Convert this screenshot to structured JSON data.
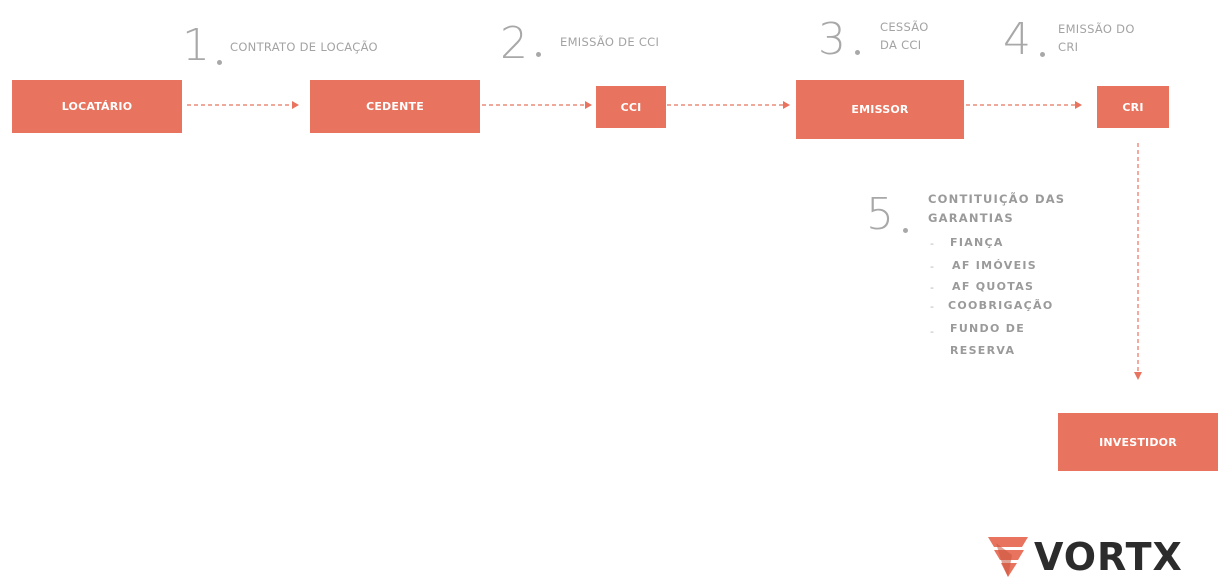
{
  "colors": {
    "box": "#e8735e",
    "arrow": "#e8735e",
    "text": "#a3a3a3",
    "logo": "#2c2c2c"
  },
  "nodes": {
    "locatario": "LOCATÁRIO",
    "cedente": "CEDENTE",
    "cci": "CCI",
    "emissor": "EMISSOR",
    "cri": "CRI",
    "investidor": "INVESTIDOR"
  },
  "steps": [
    {
      "number": "1",
      "text": "CONTRATO DE LOCAÇÃO"
    },
    {
      "number": "2",
      "text": "EMISSÃO DE CCI"
    },
    {
      "number": "3",
      "line1": "CESSÃO",
      "line2": "DA CCI"
    },
    {
      "number": "4",
      "line1": "EMISSÃO DO",
      "line2": "CRI"
    },
    {
      "number": "5",
      "line1": "CONTITUIÇÃO DAS",
      "line2": "GARANTIAS"
    }
  ],
  "guarantees": {
    "dash": "-",
    "items": [
      "FIANÇA",
      "AF IMÓVEIS",
      "AF QUOTAS",
      "COOBRIGAÇÃO",
      "FUNDO DE",
      "RESERVA"
    ]
  },
  "logo": {
    "text": "VORTX",
    "icon": "vortx-flame-icon"
  }
}
